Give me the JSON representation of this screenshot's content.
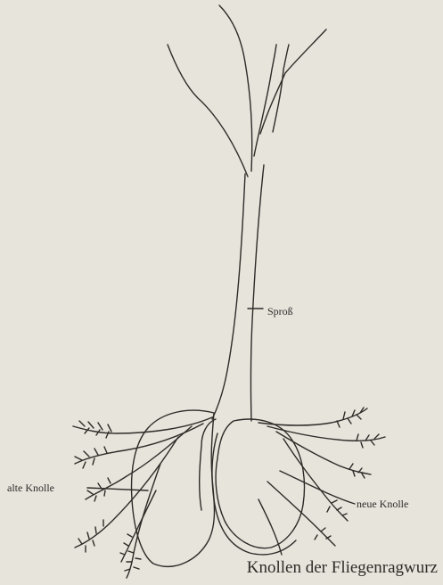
{
  "labels": {
    "stem": "Sproß",
    "old_tuber": "alte Knolle",
    "new_tuber": "neue Knolle"
  },
  "caption": "Knollen der Fliegenragwurz",
  "colors": {
    "background": "#e7e4dc",
    "ink": "#2e2b28"
  }
}
